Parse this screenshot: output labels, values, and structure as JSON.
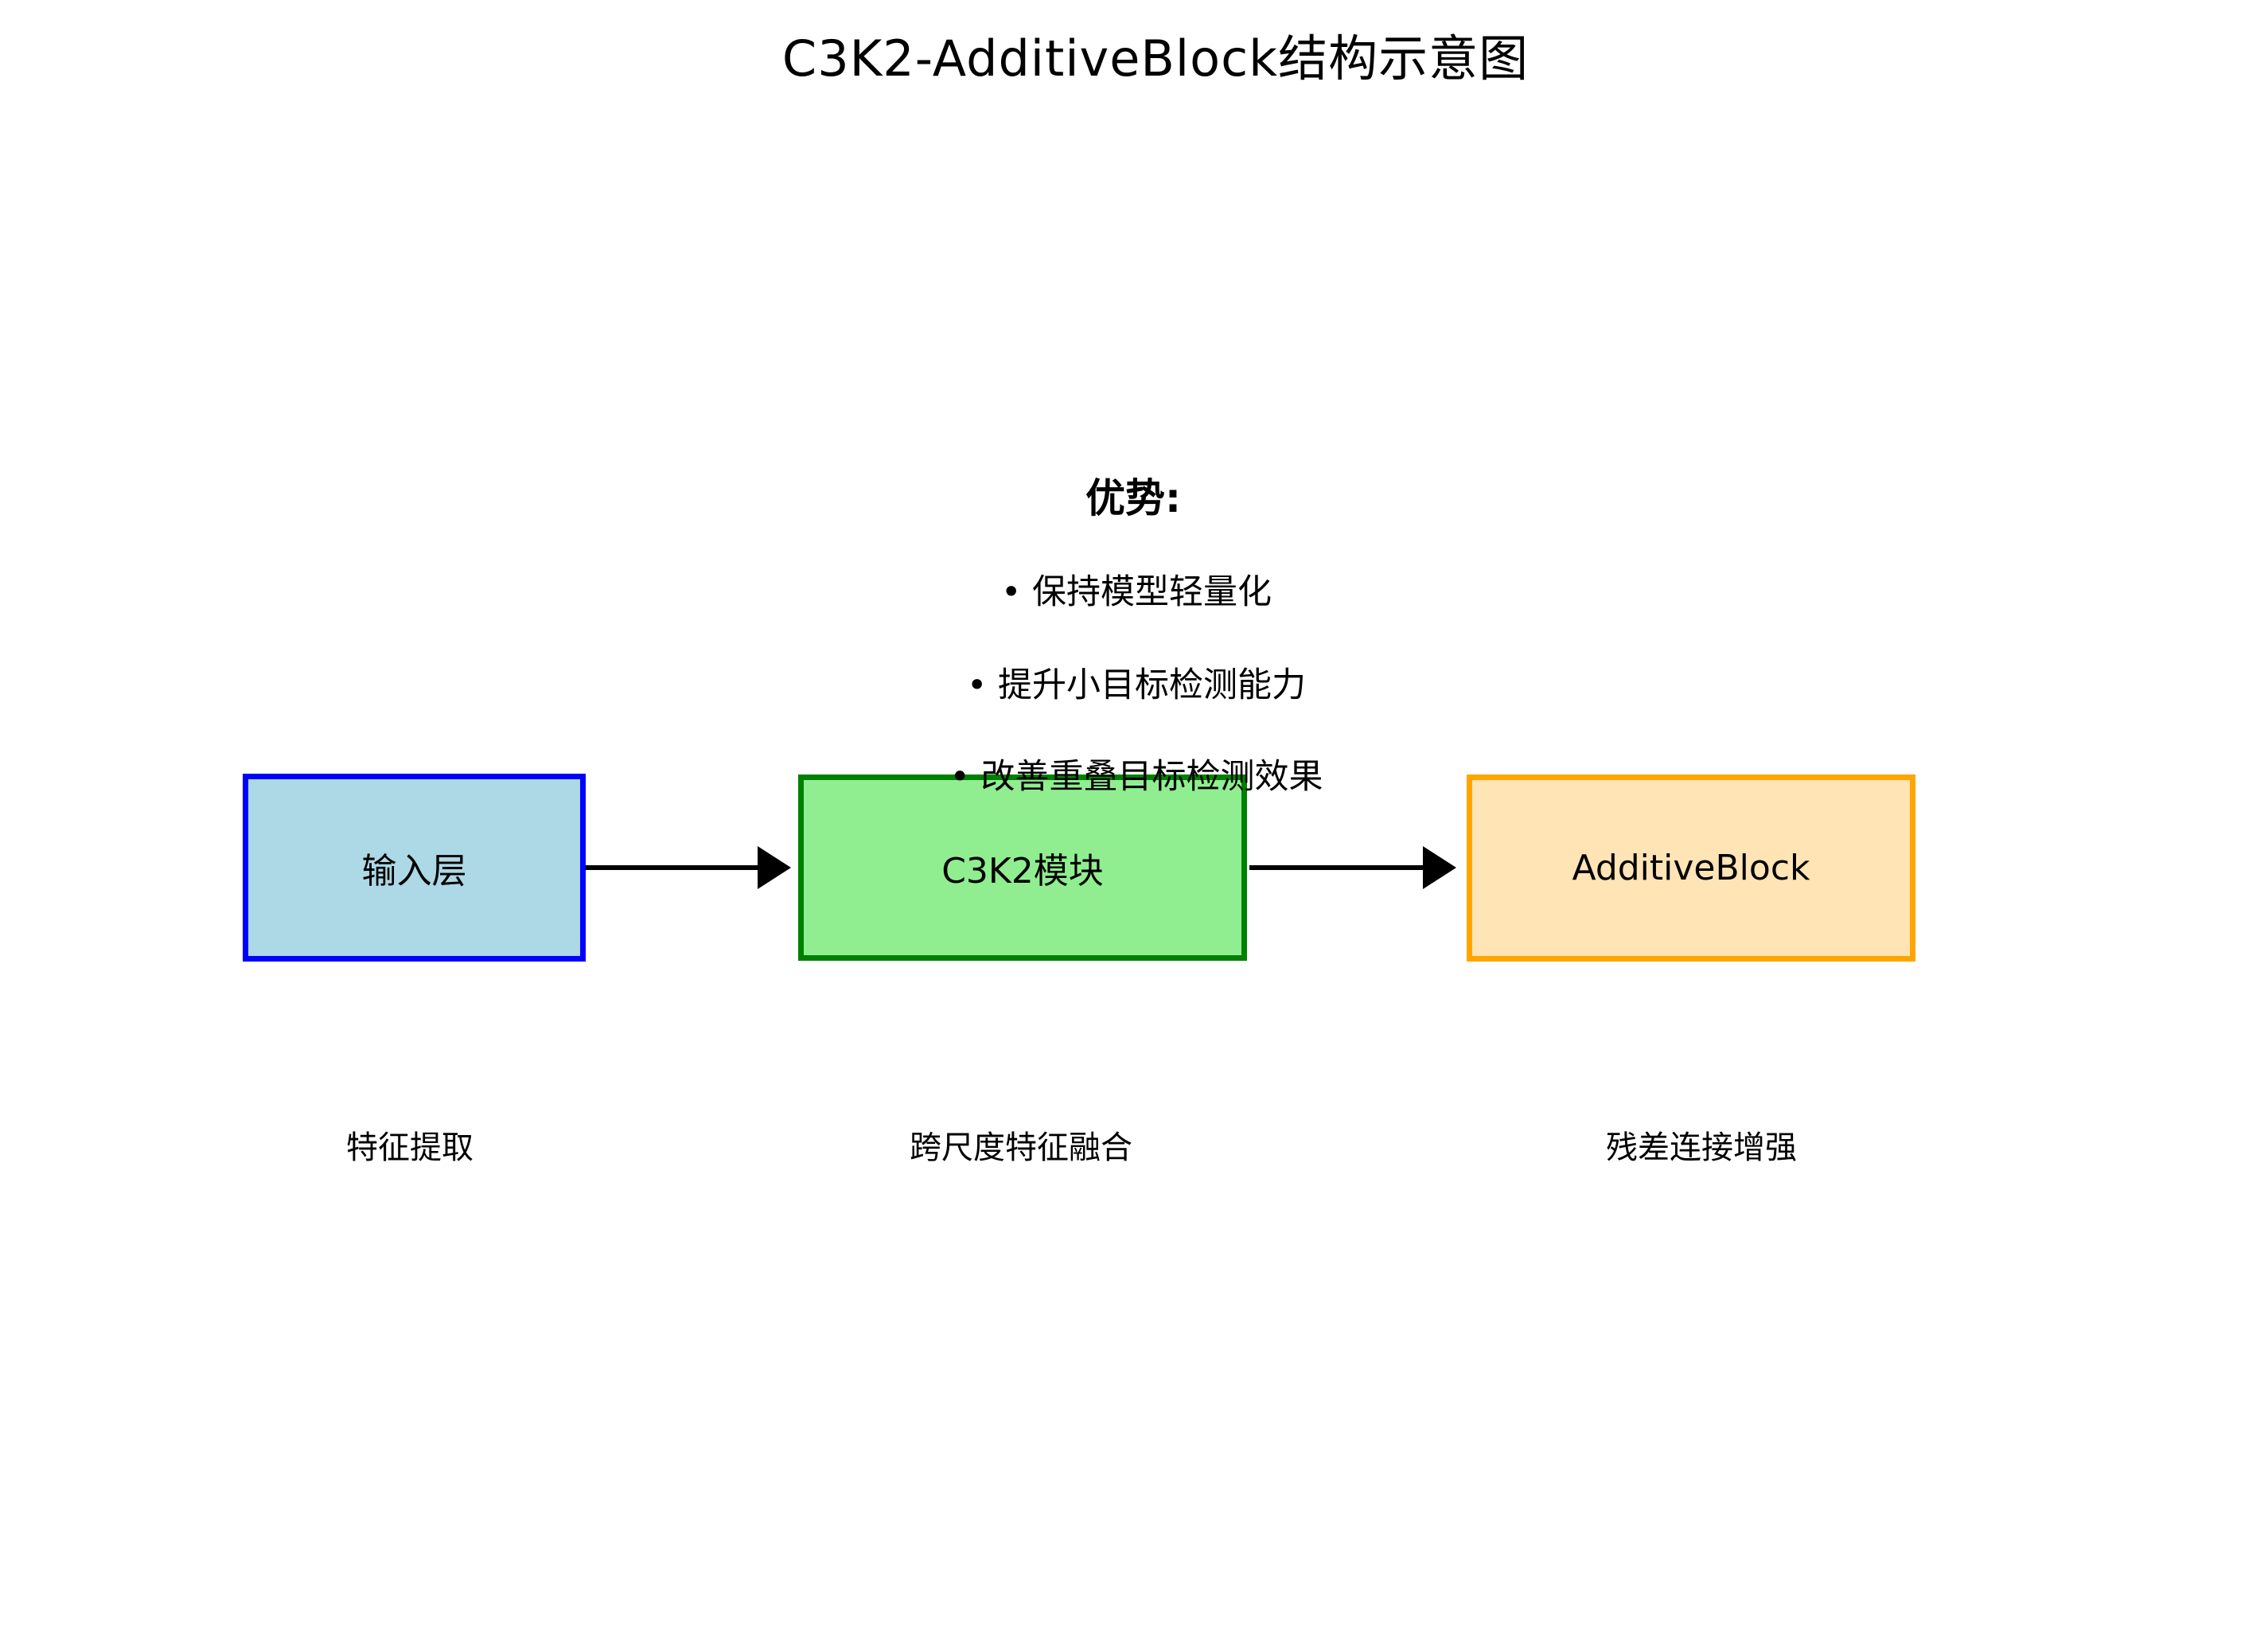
{
  "title": "C3K2-AdditiveBlock结构示意图",
  "advantages": {
    "heading": "优势:",
    "items": [
      "• 保持模型轻量化",
      "• 提升小目标检测能力",
      "• 改善重叠目标检测效果"
    ]
  },
  "diagram": {
    "boxes": [
      {
        "label": "输入层",
        "caption": "特征提取",
        "fill": "#ADD8E6",
        "border": "#0000FF"
      },
      {
        "label": "C3K2模块",
        "caption": "跨尺度特征融合",
        "fill": "#90EE90",
        "border": "#008000"
      },
      {
        "label": "AdditiveBlock",
        "caption": "残差连接增强",
        "fill": "#FFE4B5",
        "border": "#FFA500"
      }
    ],
    "arrow_color": "#000000",
    "background_color": "#FFFFFF",
    "text_color": "#000000"
  }
}
